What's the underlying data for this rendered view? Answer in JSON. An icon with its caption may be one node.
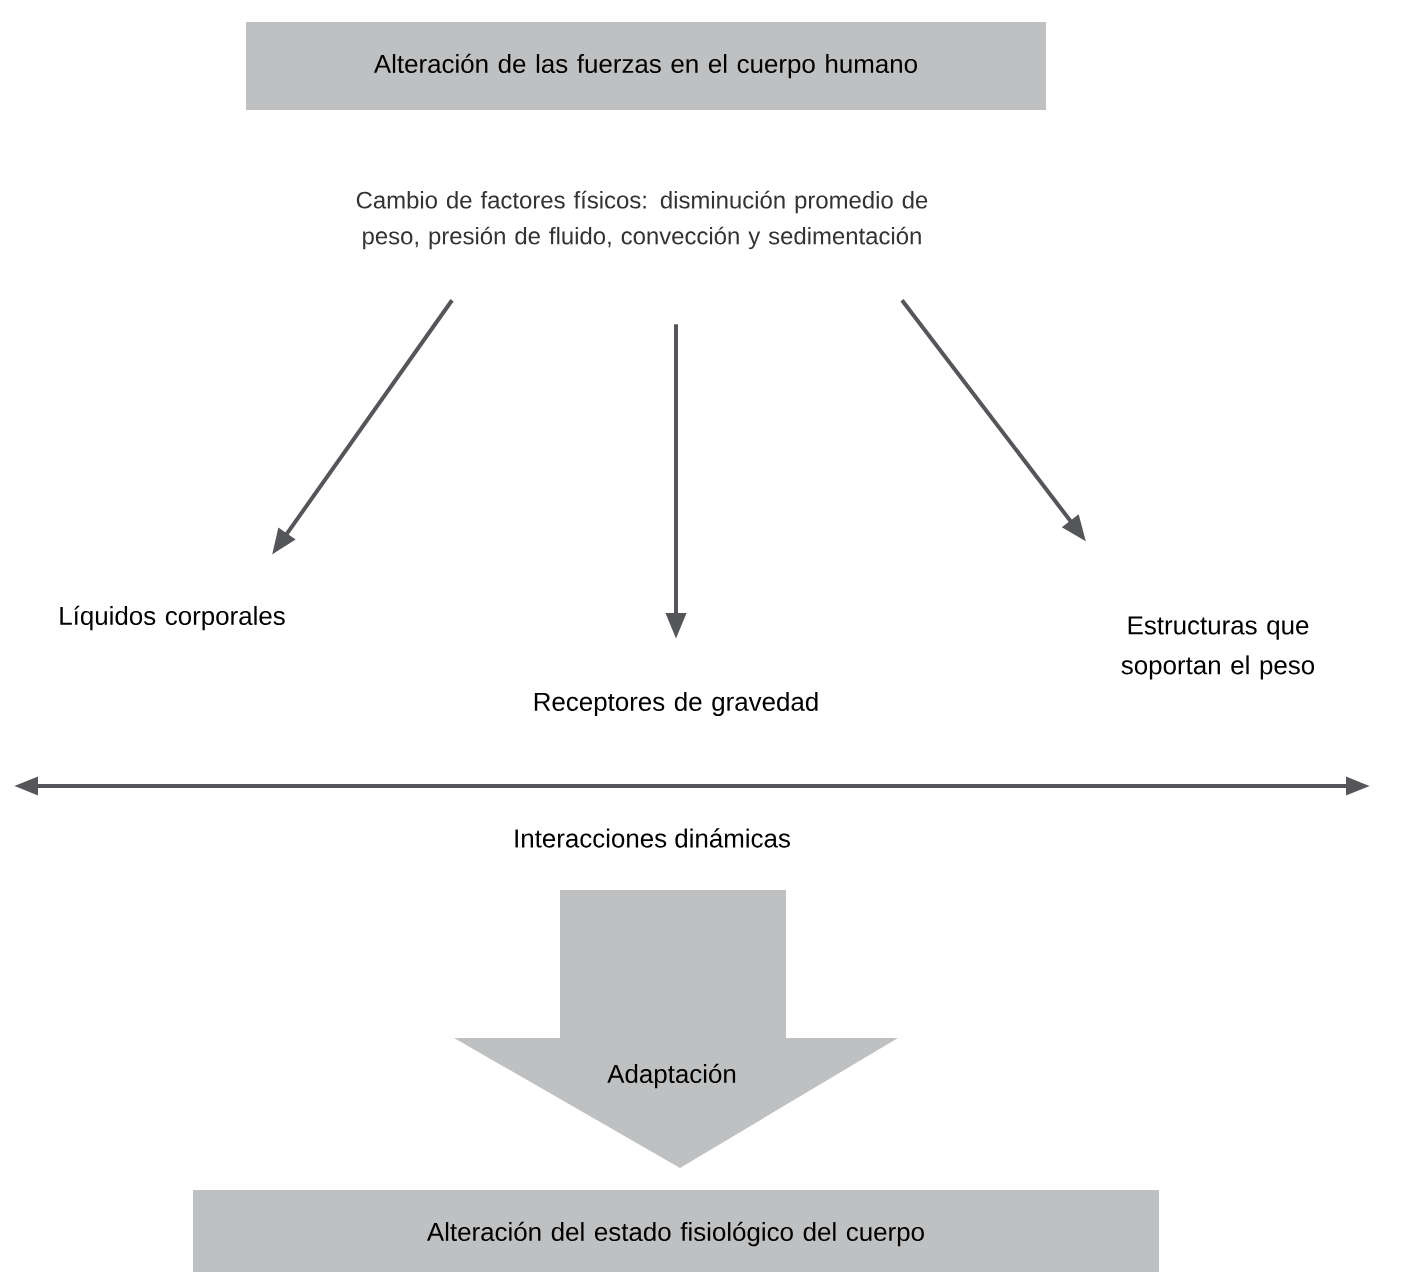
{
  "diagram": {
    "nodes": [
      {
        "text": [
          "Alteración de las fuerzas en el cuerpo humano"
        ]
      },
      {
        "text": [
          "Cambio de factores físicos: disminución promedio de peso, presión de fluido, convección y sedimentación"
        ]
      },
      {
        "text": [
          "Líquidos corporales"
        ]
      },
      {
        "text": [
          "Receptores de gravedad"
        ]
      },
      {
        "text": [
          "Estructuras que soportan el peso"
        ]
      },
      {
        "text": [
          "Adaptación"
        ]
      },
      {
        "text": [
          "Alteración del estado fisiológico del cuerpo"
        ]
      }
    ],
    "edges": [
      {
        "from": 1,
        "to": 2,
        "arrow": "to"
      },
      {
        "from": 1,
        "to": 3,
        "arrow": "to"
      },
      {
        "from": 1,
        "to": 4,
        "arrow": "to"
      }
    ],
    "labels": [
      "Interacciones dinámicas"
    ]
  }
}
